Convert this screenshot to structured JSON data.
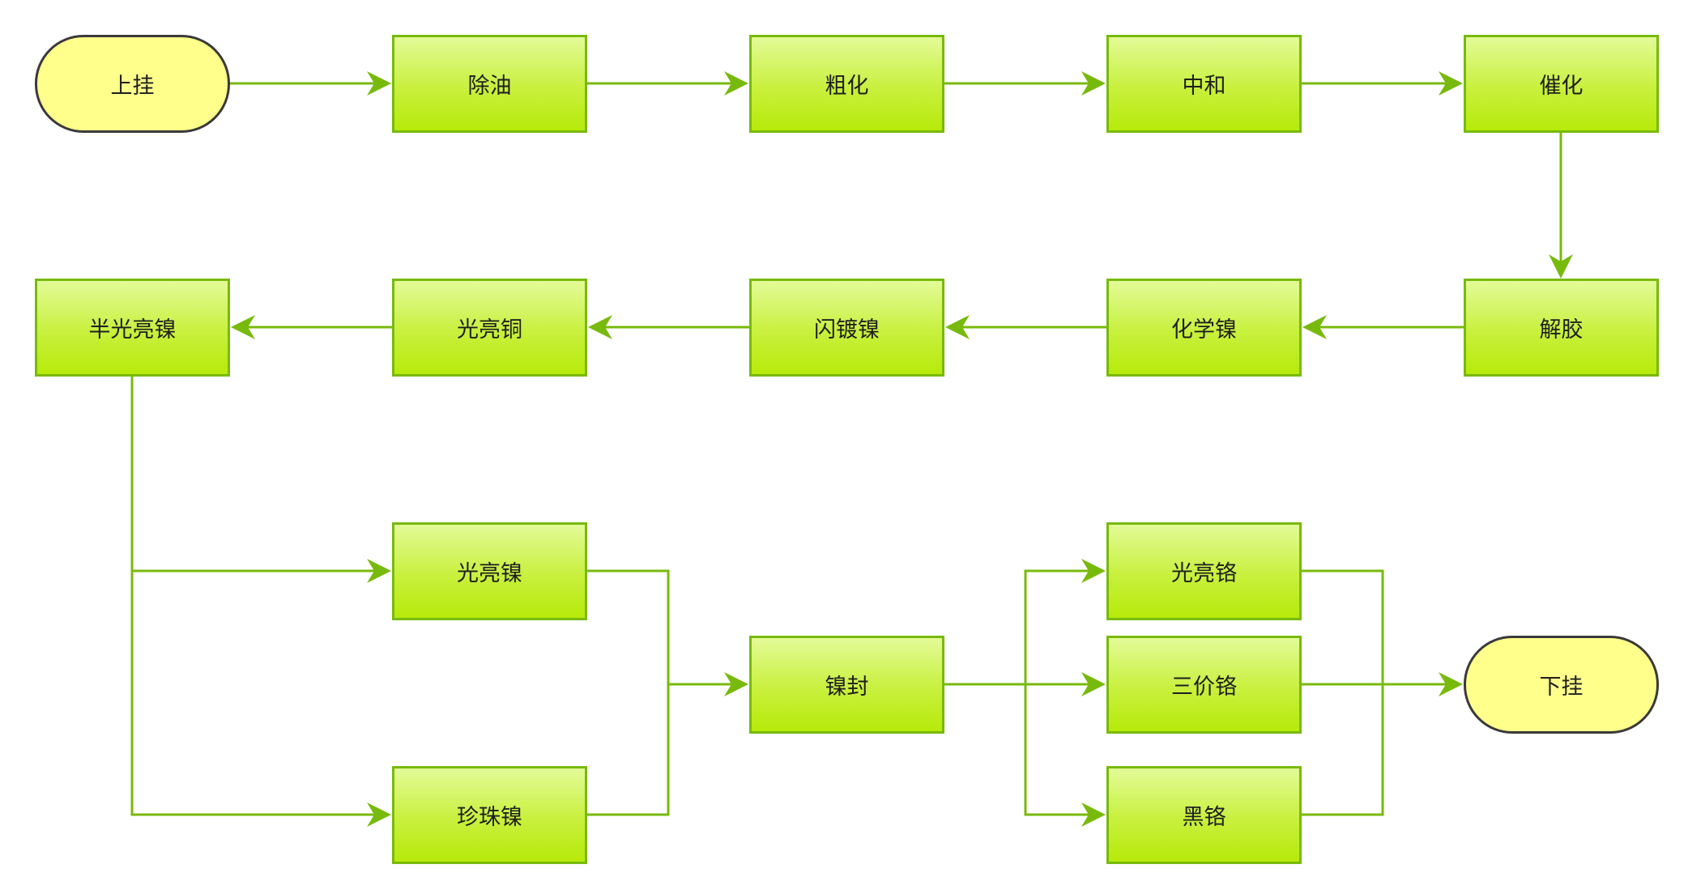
{
  "nodes": {
    "start": "上挂",
    "degrease": "除油",
    "roughen": "粗化",
    "neutralize": "中和",
    "catalyze": "催化",
    "dispergate": "解胶",
    "chem_nickel": "化学镍",
    "flash_nickel": "闪镀镍",
    "bright_copper": "光亮铜",
    "semi_bright_nickel": "半光亮镍",
    "bright_nickel": "光亮镍",
    "pearl_nickel": "珍珠镍",
    "nickel_seal": "镍封",
    "bright_chrome": "光亮铬",
    "trivalent_chrome": "三价铬",
    "black_chrome": "黑铬",
    "end": "下挂"
  },
  "edges": [
    [
      "start",
      "degrease"
    ],
    [
      "degrease",
      "roughen"
    ],
    [
      "roughen",
      "neutralize"
    ],
    [
      "neutralize",
      "catalyze"
    ],
    [
      "catalyze",
      "dispergate"
    ],
    [
      "dispergate",
      "chem_nickel"
    ],
    [
      "chem_nickel",
      "flash_nickel"
    ],
    [
      "flash_nickel",
      "bright_copper"
    ],
    [
      "bright_copper",
      "semi_bright_nickel"
    ],
    [
      "semi_bright_nickel",
      "bright_nickel"
    ],
    [
      "semi_bright_nickel",
      "pearl_nickel"
    ],
    [
      "bright_nickel",
      "nickel_seal"
    ],
    [
      "pearl_nickel",
      "nickel_seal"
    ],
    [
      "nickel_seal",
      "bright_chrome"
    ],
    [
      "nickel_seal",
      "trivalent_chrome"
    ],
    [
      "nickel_seal",
      "black_chrome"
    ],
    [
      "bright_chrome",
      "end"
    ],
    [
      "trivalent_chrome",
      "end"
    ],
    [
      "black_chrome",
      "end"
    ]
  ],
  "colors": {
    "connector": "#78ba0c",
    "box_border": "#78ba0c",
    "box_fill_top": "#e3fb98",
    "box_fill_bottom": "#b7ea0a",
    "terminal_fill": "#ffff8c",
    "terminal_border": "#3a3a3a"
  }
}
